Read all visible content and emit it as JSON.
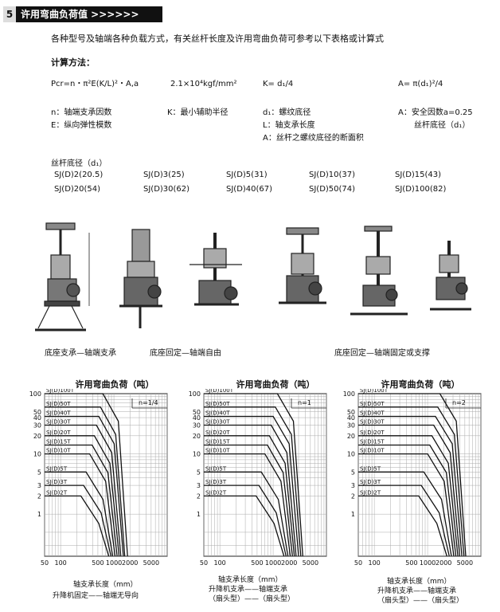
{
  "header": {
    "page_number": "5",
    "title": "许用弯曲负荷值 >>>>>>"
  },
  "intro": "各种型号及轴端各种负载方式，有关丝杆长度及许用弯曲负荷可参考以下表格或计算式",
  "calc": {
    "heading": "计算方法：",
    "formula_pcr": "Pcr=n・π²E(K/L)²・A,a",
    "formula_e": "2.1×10⁴kgf/mm²",
    "formula_k": "K= d₁/4",
    "formula_a": "A= π(d₁)²/4",
    "defs": [
      "n：轴端支承因数",
      "E：纵向弹性模数",
      "K：最小辅助半径",
      "d₁：螺纹底径",
      "L：轴支承长度",
      "A：丝杆之螺纹底径的断面积",
      "A：安全因数a=0.25",
      "丝杆底径（d₁）"
    ]
  },
  "root_dia": {
    "heading": "丝杆底径（d₁）",
    "items": [
      "SJ(D)2(20.5)",
      "SJ(D)3(25)",
      "SJ(D)5(31)",
      "SJ(D)10(37)",
      "SJ(D)15(43)",
      "SJ(D)20(54)",
      "SJ(D)30(62)",
      "SJ(D)40(67)",
      "SJ(D)50(74)",
      "SJ(D)100(82)"
    ]
  },
  "figure_captions": [
    "底座支承—轴端支承",
    "底座回定—轴端自由",
    "底座回定—轴端固定或支撑"
  ],
  "chart_data": [
    {
      "type": "line",
      "title": "许用弯曲负荷（吨）",
      "annotation": "n=1/4",
      "xlabel": "轴支承长度（mm）",
      "subcaption": "升降机固定——轴端无导向",
      "x_scale": "log",
      "y_scale": "log",
      "xlim": [
        50,
        10000
      ],
      "ylim": [
        0.2,
        100
      ],
      "x_ticks": [
        "50",
        "100",
        "500",
        "1000",
        "2000",
        "5000"
      ],
      "y_ticks": [
        "1",
        "2",
        "3",
        "5",
        "10",
        "20",
        "30",
        "40",
        "50",
        "100"
      ],
      "series_labels": [
        "SJ(D)100T",
        "SJ(D)50T",
        "SJ(D)40T",
        "SJ(D)30T",
        "SJ(D)20T",
        "SJ(D)15T",
        "SJ(D)10T",
        "SJ(D)5T",
        "SJ(D)3T",
        "SJ(D)2T"
      ],
      "series_levels": [
        100,
        60,
        42,
        30,
        20,
        14,
        10,
        5,
        3,
        2
      ],
      "series_knee_x": [
        620,
        560,
        520,
        470,
        430,
        390,
        350,
        300,
        270,
        240
      ],
      "series_end_x": [
        1800,
        1600,
        1500,
        1350,
        1250,
        1150,
        1050,
        950,
        880,
        800
      ]
    },
    {
      "type": "line",
      "title": "许用弯曲负荷（吨）",
      "annotation": "n=1",
      "xlabel": "轴支承长度（mm）",
      "subcaption": "升降机支承——轴端支承",
      "subcaption2": "（扇头型）——（扇头型）",
      "x_scale": "log",
      "y_scale": "log",
      "xlim": [
        50,
        10000
      ],
      "ylim": [
        0.2,
        100
      ],
      "x_ticks": [
        "50",
        "100",
        "500",
        "1000",
        "2000",
        "5000"
      ],
      "y_ticks": [
        "1",
        "2",
        "3",
        "5",
        "10",
        "20",
        "30",
        "40",
        "50",
        "100"
      ],
      "series_labels": [
        "SJ(D)100T",
        "SJ(D)50T",
        "SJ(D)40T",
        "SJ(D)30T",
        "SJ(D)20T",
        "SJ(D)15T",
        "SJ(D)10T",
        "SJ(D)5T",
        "SJ(D)3T",
        "SJ(D)2T"
      ],
      "series_levels": [
        100,
        60,
        42,
        30,
        20,
        14,
        10,
        5,
        3,
        2
      ],
      "series_knee_x": [
        1200,
        1100,
        1000,
        920,
        850,
        780,
        700,
        600,
        540,
        480
      ],
      "series_end_x": [
        3600,
        3300,
        3000,
        2700,
        2500,
        2300,
        2100,
        1900,
        1750,
        1600
      ]
    },
    {
      "type": "line",
      "title": "许用弯曲负荷（吨）",
      "annotation": "n=2",
      "xlabel": "轴支承长度（mm）",
      "subcaption": "升降机支承——轴端支承",
      "subcaption2": "（扇头型）——（扇头型）",
      "x_scale": "log",
      "y_scale": "log",
      "xlim": [
        50,
        10000
      ],
      "ylim": [
        0.2,
        100
      ],
      "x_ticks": [
        "50",
        "100",
        "500",
        "1000",
        "2000",
        "5000"
      ],
      "y_ticks": [
        "1",
        "2",
        "3",
        "5",
        "10",
        "20",
        "30",
        "40",
        "50",
        "100"
      ],
      "series_labels": [
        "SJ(D)100T",
        "SJ(D)50T",
        "SJ(D)40T",
        "SJ(D)30T",
        "SJ(D)20T",
        "SJ(D)15T",
        "SJ(D)10T",
        "SJ(D)5T",
        "SJ(D)3T",
        "SJ(D)2T"
      ],
      "series_levels": [
        100,
        60,
        42,
        30,
        20,
        14,
        10,
        5,
        3,
        2
      ],
      "series_knee_x": [
        1700,
        1550,
        1400,
        1300,
        1200,
        1100,
        1000,
        850,
        760,
        680
      ],
      "series_end_x": [
        5200,
        4800,
        4400,
        4000,
        3700,
        3400,
        3100,
        2800,
        2550,
        2300
      ]
    }
  ]
}
